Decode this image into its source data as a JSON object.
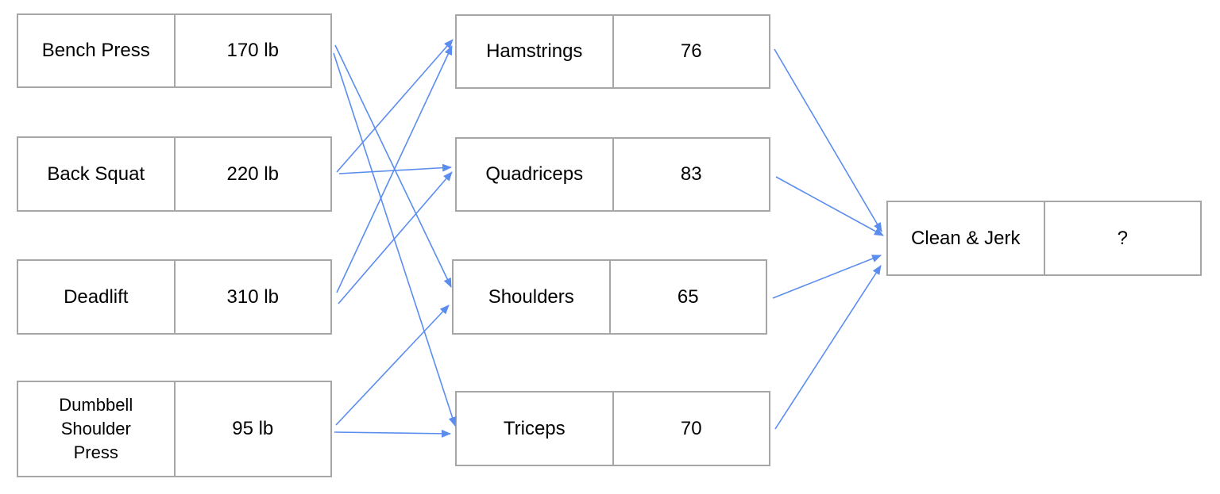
{
  "diagram": {
    "edge_color": "#5b8def",
    "border_color": "#a6a6a6",
    "exercises": [
      {
        "id": "bench",
        "label": "Bench Press",
        "value": "170 lb"
      },
      {
        "id": "squat",
        "label": "Back Squat",
        "value": "220 lb"
      },
      {
        "id": "deadlift",
        "label": "Deadlift",
        "value": "310 lb"
      },
      {
        "id": "dbpress",
        "label": "Dumbbell\nShoulder\nPress",
        "value": "95 lb"
      }
    ],
    "muscles": [
      {
        "id": "hamstrings",
        "label": "Hamstrings",
        "value": "76"
      },
      {
        "id": "quadriceps",
        "label": "Quadriceps",
        "value": "83"
      },
      {
        "id": "shoulders",
        "label": "Shoulders",
        "value": "65"
      },
      {
        "id": "triceps",
        "label": "Triceps",
        "value": "70"
      }
    ],
    "target": {
      "id": "cleanjerk",
      "label": "Clean & Jerk",
      "value": "?"
    },
    "edges": [
      {
        "from": "bench",
        "to": "shoulders"
      },
      {
        "from": "bench",
        "to": "triceps"
      },
      {
        "from": "squat",
        "to": "hamstrings"
      },
      {
        "from": "squat",
        "to": "quadriceps"
      },
      {
        "from": "deadlift",
        "to": "hamstrings"
      },
      {
        "from": "deadlift",
        "to": "quadriceps"
      },
      {
        "from": "dbpress",
        "to": "shoulders"
      },
      {
        "from": "dbpress",
        "to": "triceps"
      },
      {
        "from": "hamstrings",
        "to": "cleanjerk"
      },
      {
        "from": "quadriceps",
        "to": "cleanjerk"
      },
      {
        "from": "shoulders",
        "to": "cleanjerk"
      },
      {
        "from": "triceps",
        "to": "cleanjerk"
      }
    ]
  }
}
